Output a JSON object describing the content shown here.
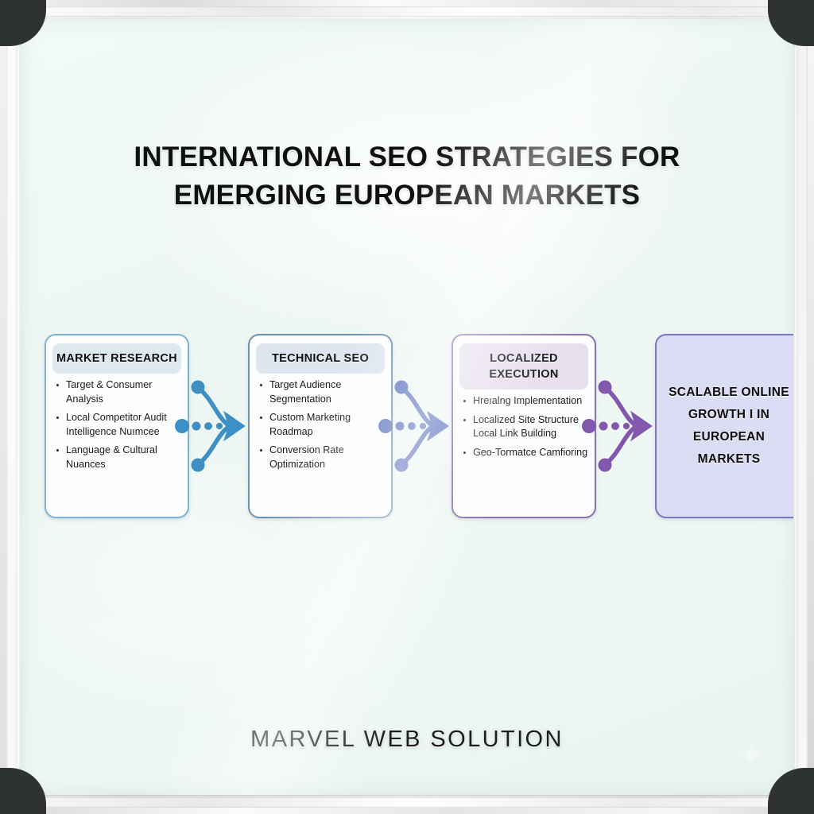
{
  "title": {
    "line1": "INTERNATIONAL SEO STRATEGIES FOR",
    "line2": "EMERGING EUROPEAN MARKETS"
  },
  "footer": {
    "brand": "MARVEL WEB SOLUTION"
  },
  "colors": {
    "board": "#eef7f3",
    "frame": "#e9e9e9",
    "corner_bracket": "#2e3330",
    "card1_border": "#79b4d6",
    "card1_header_bg": "#dde8ef",
    "card2_border": "#6f8fb5",
    "card2_header_bg": "#dde5ef",
    "card3_border": "#8b6fae",
    "card3_header_bg": "#e6dfee",
    "card4_border": "#7a76c4",
    "card4_fill": "#dcdcf4",
    "connector1": "#3d8fc4",
    "connector2": "#5f74c0",
    "connector3": "#8257ae"
  },
  "flow": {
    "steps": [
      {
        "id": "market-research",
        "heading": "MARKET RESEARCH",
        "bullets": [
          "Target & Consumer Analysis",
          "Local Competitor Audit Intelligence Nuımcee",
          "Language & Cultural Nuances"
        ]
      },
      {
        "id": "technical-seo",
        "heading": "TECHNICAL SEO",
        "bullets": [
          "Target Audience Segmentation",
          "Custom Marketing Roadmap",
          "Conversion Rate Optimization"
        ]
      },
      {
        "id": "localized-execution",
        "heading": "LOCALIZED EXECUTION",
        "bullets": [
          "Hreıalng Implementation",
          "Localized Site Structure Local Link Building",
          "Geo-Tormatce Camfioring"
        ]
      }
    ],
    "outcome": {
      "id": "scalable-growth",
      "text": "SCALABLE ONLINE GROWTH I IN EUROPEAN MARKETS"
    },
    "connectors": [
      {
        "id": "connector-1",
        "color": "#3d8fc4"
      },
      {
        "id": "connector-2",
        "color": "#5f74c0"
      },
      {
        "id": "connector-3",
        "color": "#8257ae"
      }
    ]
  }
}
